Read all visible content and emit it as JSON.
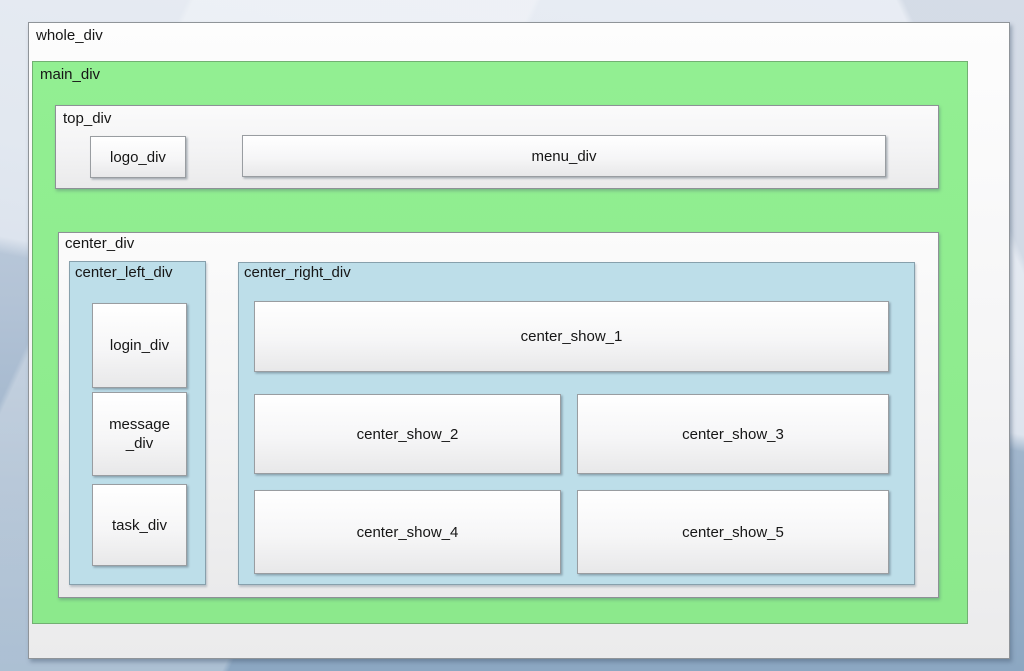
{
  "diagram": {
    "title_context": "nested page-layout div diagram",
    "whole": {
      "label": "whole_div"
    },
    "main": {
      "label": "main_div"
    },
    "top": {
      "label": "top_div",
      "logo_label": "logo_div",
      "menu_label": "menu_div"
    },
    "center": {
      "label": "center_div",
      "left": {
        "label": "center_left_div",
        "items": [
          "login_div",
          "message\n_div",
          "task_div"
        ]
      },
      "right": {
        "label": "center_right_div",
        "shows": [
          "center_show_1",
          "center_show_2",
          "center_show_3",
          "center_show_4",
          "center_show_5"
        ]
      }
    },
    "colors": {
      "green_fill": "#90ee90",
      "blue_fill": "#85cbe9",
      "pale_blue_fill": "#bddee9",
      "box_fill": "#f5f5f6",
      "background_top": "#e9edf4",
      "background_bottom": "#8ca7c2",
      "text": "#161616"
    }
  }
}
